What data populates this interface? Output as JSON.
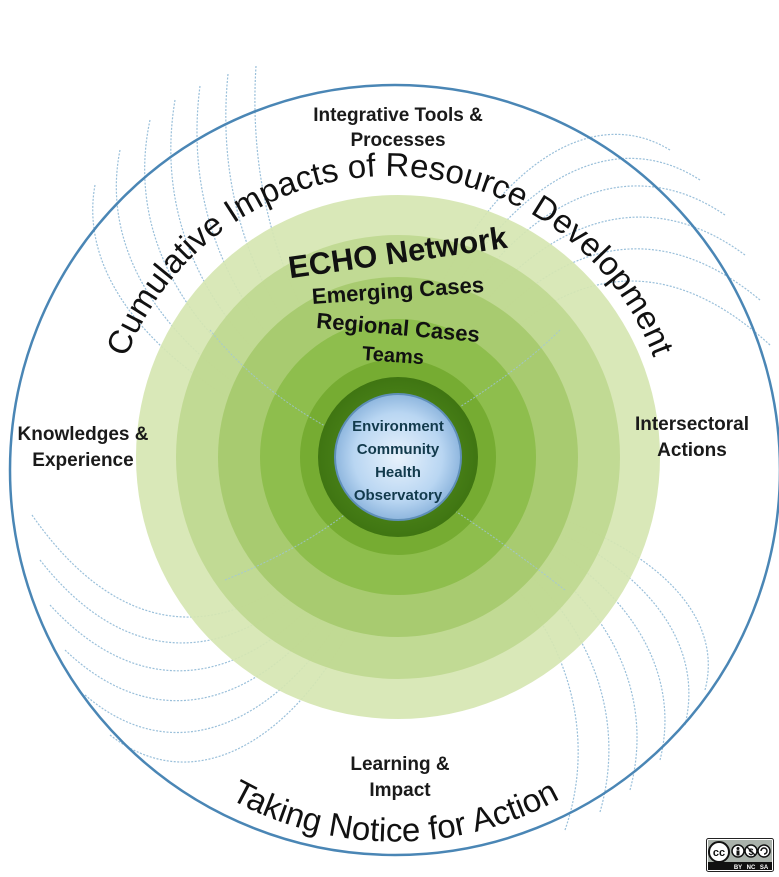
{
  "diagram": {
    "outer_title": "Cumulative Impacts of Resource Development",
    "bottom_title": "Taking Notice for Action",
    "quadrants": {
      "top": [
        "Integrative Tools &",
        "Processes"
      ],
      "left": [
        "Knowledges &",
        "Experience"
      ],
      "right": [
        "Intersectoral",
        "Actions"
      ],
      "bottom": [
        "Learning &",
        "Impact"
      ]
    },
    "layers": {
      "network": "ECHO Network",
      "emerging": "Emerging Cases",
      "regional": "Regional Cases",
      "teams": "Teams"
    },
    "core": [
      "Environment",
      "Community",
      "Health",
      "Observatory"
    ],
    "license": {
      "cc": "cc",
      "terms": [
        "BY",
        "NC",
        "SA"
      ]
    },
    "colors": {
      "outer_circle": "#4a86b5",
      "swirl_lines": "#8fb9d6",
      "ring_1": "#d4e4ad",
      "ring_2": "#bfd88f",
      "ring_3": "#a9cb70",
      "ring_4": "#8fbd4c",
      "ring_5": "#74aa30",
      "core_fill": "#a8c9ee",
      "core_border": "#5f8fb8"
    }
  }
}
